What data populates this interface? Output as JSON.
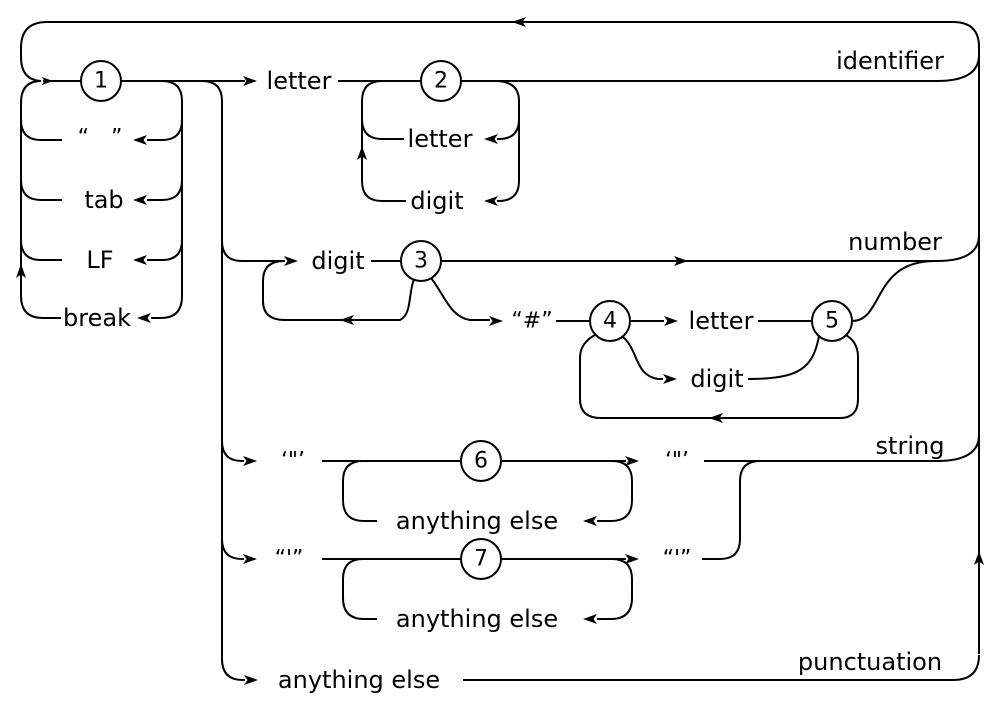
{
  "diagram": {
    "states": {
      "s1": "1",
      "s2": "2",
      "s3": "3",
      "s4": "4",
      "s5": "5",
      "s6": "6",
      "s7": "7"
    },
    "outputs": {
      "identifier": "identifier",
      "number": "number",
      "string": "string",
      "punctuation": "punctuation"
    },
    "terminals": {
      "space": "“ ”",
      "tab": "tab",
      "lf": "LF",
      "brk": "break",
      "letter_top": "letter",
      "letter_id_loop": "letter",
      "digit_id_loop": "digit",
      "digit_number": "digit",
      "hash": "“#”",
      "letter_basenum": "letter",
      "digit_basenum": "digit",
      "dq_open": "‘\"’",
      "dq_close": "‘\"’",
      "sq_open": "“'”",
      "sq_close": "“'”",
      "any_dq": "anything else",
      "any_sq": "anything else",
      "any_punct": "anything else"
    }
  }
}
